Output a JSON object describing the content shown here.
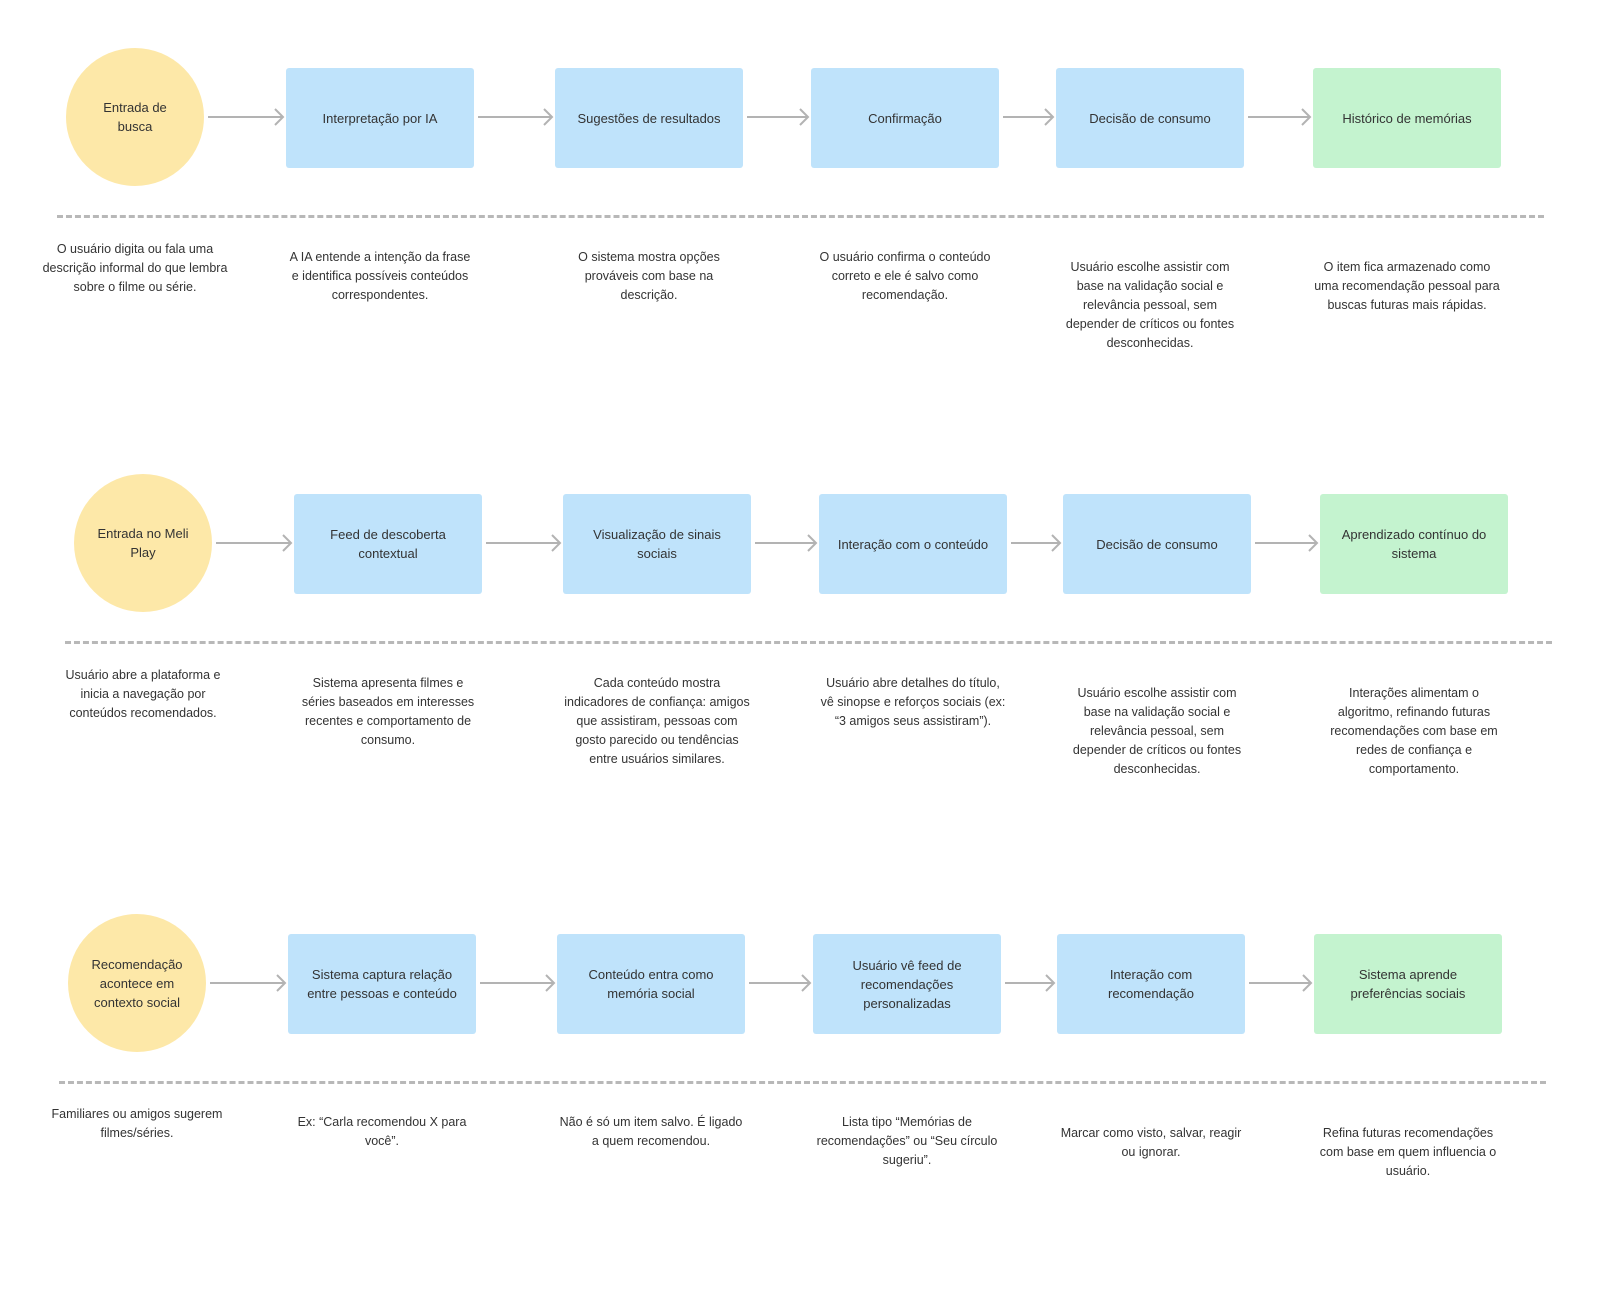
{
  "colors": {
    "start": "#fde8a8",
    "step": "#bfe3fb",
    "end": "#c4f3cf",
    "arrow": "#b3b3b3",
    "divider": "#b8b8b8"
  },
  "flows": [
    {
      "start": "Entrada de busca",
      "steps": [
        "Interpretação por IA",
        "Sugestões de resultados",
        "Confirmação",
        "Decisão de consumo"
      ],
      "end": "Histórico de memórias",
      "descriptions": [
        "O usuário digita ou fala uma descrição informal do que lembra sobre o filme ou série.",
        "A IA entende a intenção da frase e identifica possíveis conteúdos correspondentes.",
        "O sistema mostra opções prováveis com base na descrição.",
        "O usuário confirma o conteúdo correto e ele é salvo como recomendação.",
        "Usuário escolhe assistir com base na validação social e relevância pessoal, sem depender de críticos ou fontes desconhecidas.",
        "O item fica armazenado como uma recomendação pessoal para buscas futuras mais rápidas."
      ]
    },
    {
      "start": "Entrada no Meli Play",
      "steps": [
        "Feed de descoberta contextual",
        "Visualização de sinais sociais",
        "Interação com o conteúdo",
        "Decisão de consumo"
      ],
      "end": "Aprendizado contínuo do sistema",
      "descriptions": [
        "Usuário abre a plataforma e inicia a navegação por conteúdos recomendados.",
        "Sistema apresenta filmes e séries baseados em interesses recentes e comportamento de consumo.",
        "Cada conteúdo mostra indicadores de confiança: amigos que assistiram, pessoas com gosto parecido ou tendências entre usuários similares.",
        "Usuário abre detalhes do título, vê sinopse e reforços sociais (ex: “3 amigos seus assistiram”).",
        "Usuário escolhe assistir com base na validação social e relevância pessoal, sem depender de críticos ou fontes desconhecidas.",
        "Interações alimentam o algoritmo, refinando futuras recomendações com base em redes de confiança e comportamento."
      ]
    },
    {
      "start": "Recomendação acontece em contexto social",
      "steps": [
        "Sistema captura relação entre pessoas e conteúdo",
        "Conteúdo entra como memória social",
        "Usuário vê feed de recomendações personalizadas",
        "Interação com recomendação"
      ],
      "end": "Sistema aprende preferências sociais",
      "descriptions": [
        "Familiares ou amigos sugerem filmes/séries.",
        "Ex: “Carla recomendou X para você”.",
        "Não é só um item salvo. É ligado a quem recomendou.",
        "Lista tipo “Memórias de recomendações” ou “Seu círculo sugeriu”.",
        "Marcar como visto, salvar, reagir ou ignorar.",
        "Refina futuras recomendações com base em quem influencia o usuário."
      ]
    }
  ]
}
